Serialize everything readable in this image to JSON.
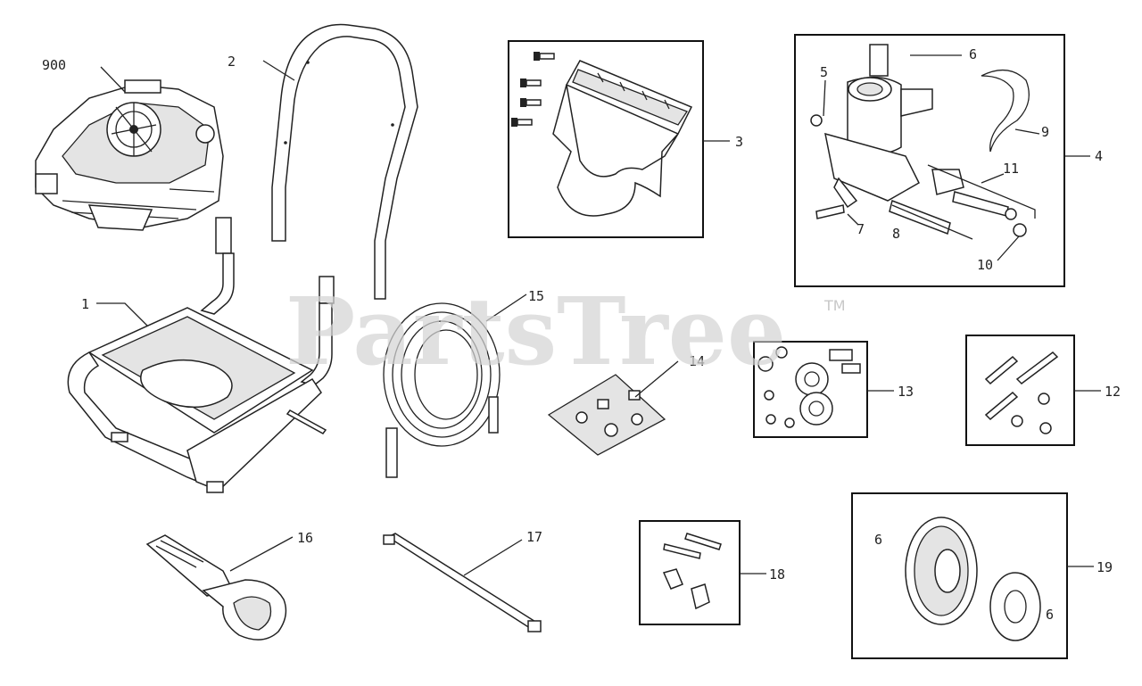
{
  "watermark": {
    "text": "PartsTree",
    "trademark": "TM"
  },
  "callouts": {
    "c900": "900",
    "c1": "1",
    "c2": "2",
    "c3": "3",
    "c4": "4",
    "c5": "5",
    "c6": "6",
    "c7": "7",
    "c8": "8",
    "c9": "9",
    "c10": "10",
    "c11": "11",
    "c12": "12",
    "c13": "13",
    "c14": "14",
    "c15": "15",
    "c16": "16",
    "c17": "17",
    "c18": "18",
    "c19": "19",
    "c19a": "6",
    "c19b": "6"
  }
}
